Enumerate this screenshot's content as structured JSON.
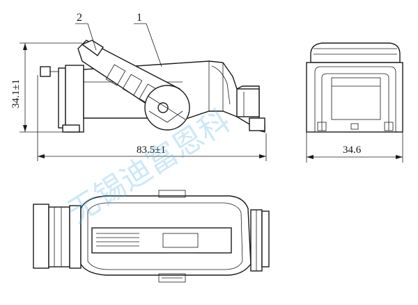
{
  "callouts": {
    "label_1": "1",
    "label_2": "2"
  },
  "dimensions": {
    "height": "34.1±1",
    "length": "83.5±1",
    "width": "34.6"
  },
  "watermark": "无锡迪富恩科",
  "colors": {
    "line": "#1a1a1a",
    "watermark": "#4fb0e8"
  }
}
